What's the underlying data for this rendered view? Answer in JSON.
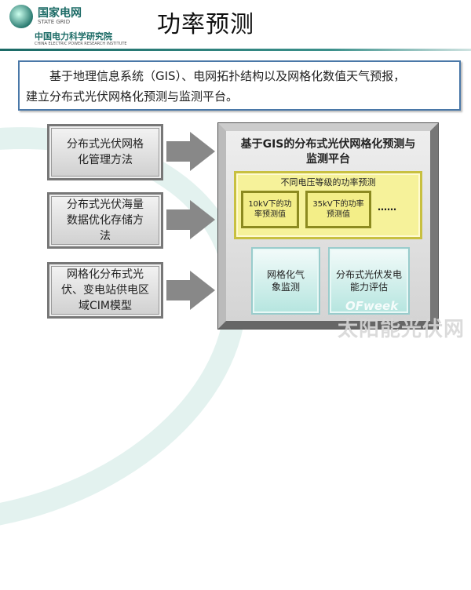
{
  "header": {
    "logo_cn": "国家电网",
    "logo_en": "STATE GRID",
    "title": "功率预测",
    "institute_cn": "中国电力科学研究院",
    "institute_en": "CHINA ELECTRIC POWER RESEARCH INSTITUTE"
  },
  "intro": {
    "line1": "基于地理信息系统（GIS）、电网拓扑结构以及网格化数值天气预报，",
    "line2": "建立分布式光伏网格化预测与监测平台。"
  },
  "left_boxes": [
    {
      "label": "分布式光伏网格化管理方法"
    },
    {
      "label": "分布式光伏海量数据优化存储方法"
    },
    {
      "label": "网格化分布式光伏、变电站供电区域CIM模型"
    }
  ],
  "platform": {
    "title": "基于GIS的分布式光伏网格化预测与监测平台",
    "voltage": {
      "title": "不同电压等级的功率预测",
      "items": [
        "10kV下的功率预测值",
        "35kV下的功率预测值"
      ],
      "more": "……"
    },
    "modules": [
      "网格化气象监测",
      "分布式光伏发电能力评估"
    ]
  },
  "watermark": {
    "brand": "OFweek",
    "site": "太阳能光伏网"
  }
}
